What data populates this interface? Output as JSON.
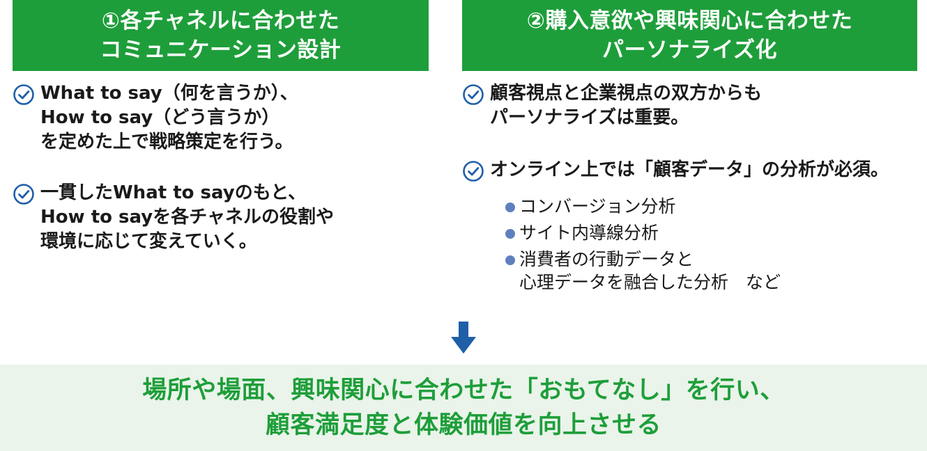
{
  "left": {
    "heading": [
      "①各チャネルに合わせた",
      "コミュニケーション設計"
    ],
    "points": [
      [
        "What to say（何を言うか）、",
        "How to say（どう言うか）",
        "を定めた上で戦略策定を行う。"
      ],
      [
        "一貫したWhat to sayのもと、",
        "How to sayを各チャネルの役割や",
        "環境に応じて変えていく。"
      ]
    ]
  },
  "right": {
    "heading": [
      "②購入意欲や興味関心に合わせた",
      "パーソナライズ化"
    ],
    "points": [
      [
        "顧客視点と企業視点の双方からも",
        "パーソナライズは重要。"
      ],
      [
        "オンライン上では「顧客データ」の分析が必須。"
      ]
    ],
    "sub_items": [
      [
        "コンバージョン分析"
      ],
      [
        "サイト内導線分析"
      ],
      [
        "消費者の行動データと",
        "心理データを融合した分析　など"
      ]
    ]
  },
  "result": [
    "場所や場面、興味関心に合わせた「おもてなし」を行い、",
    "顧客満足度と体験価値を向上させる"
  ],
  "colors": {
    "header_green": "#1e9e3a",
    "check_blue": "#1f5fa8",
    "bullet_blue": "#5f7fbf",
    "arrow_blue": "#1f5fa8",
    "result_bg": "#eaf4ea",
    "result_text": "#1e9e3a"
  },
  "icons": {
    "check": "check-circle-icon",
    "bullet": "bullet-dot-icon",
    "arrow": "arrow-down-icon"
  }
}
